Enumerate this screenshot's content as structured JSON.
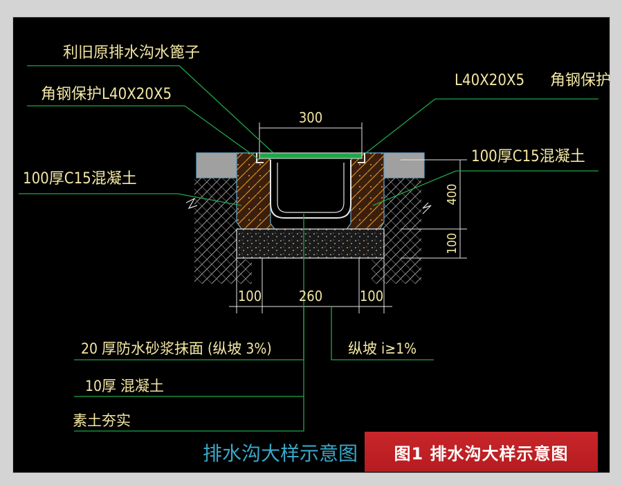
{
  "labels": {
    "grate": "利旧原排水沟水篦子",
    "angle_left": "角钢保护L40X20X5",
    "angle_right_code": "L40X20X5",
    "angle_right_text": "角钢保护",
    "concrete_left": "100厚C15混凝土",
    "concrete_right": "100厚C15混凝土",
    "mortar": "20 厚防水砂浆抹面  (纵坡 3%)",
    "slope": "纵坡 i≥1%",
    "base_concrete": "10厚  混凝土",
    "rammed_earth": "素土夯实",
    "drawing_title": "排水沟大样示意图"
  },
  "dimensions": {
    "top_width": "300",
    "height": "400",
    "base": "100",
    "left_wall": "100",
    "channel": "260",
    "right_wall": "100"
  },
  "caption": "图1 排水沟大样示意图",
  "colors": {
    "background": "#000000",
    "text": "#f3e7a4",
    "leader": "#1fa84a",
    "outline": "#e6e6e6",
    "structure": "#6aa6c8",
    "hatch": "#e09a2a",
    "title": "#3aa7c8",
    "banner": "#c8262a"
  }
}
